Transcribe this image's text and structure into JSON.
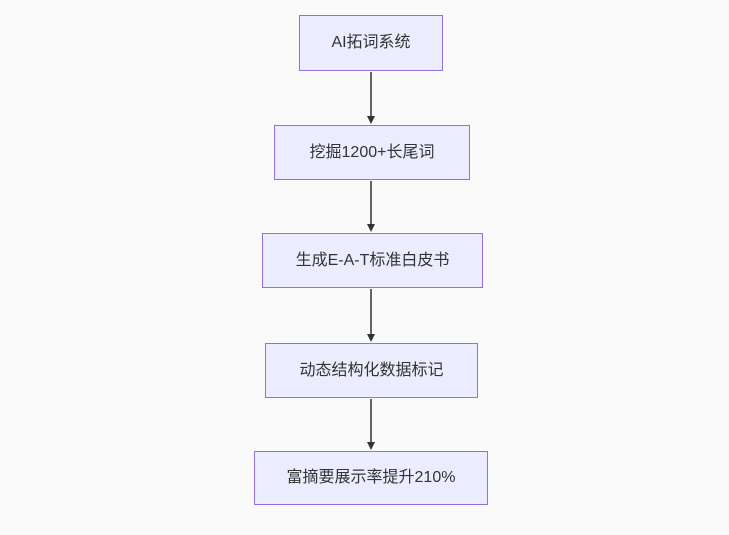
{
  "diagram": {
    "type": "flowchart",
    "direction": "top-down",
    "nodes": [
      {
        "id": "A",
        "label": "AI拓词系统"
      },
      {
        "id": "B",
        "label": "挖掘1200+长尾词"
      },
      {
        "id": "C",
        "label": "生成E-A-T标准白皮书"
      },
      {
        "id": "D",
        "label": "动态结构化数据标记"
      },
      {
        "id": "E",
        "label": "富摘要展示率提升210%"
      }
    ],
    "edges": [
      {
        "from": "A",
        "to": "B"
      },
      {
        "from": "B",
        "to": "C"
      },
      {
        "from": "C",
        "to": "D"
      },
      {
        "from": "D",
        "to": "E"
      }
    ],
    "colors": {
      "background": "#fafafa",
      "node_fill": "#ECECFF",
      "node_border": "#9370DB",
      "text": "#333333",
      "arrow": "#333333"
    }
  }
}
